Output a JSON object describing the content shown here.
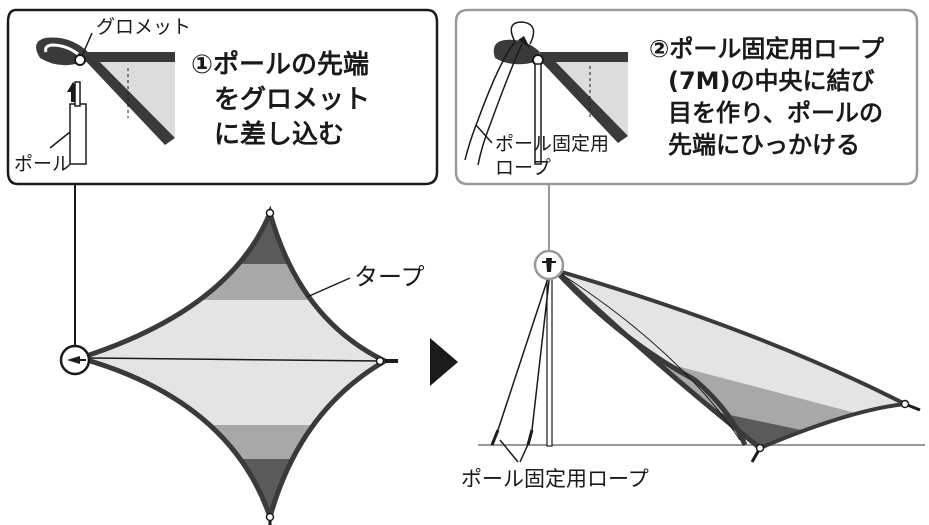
{
  "panel_left": {
    "grommet_label": "グロメット",
    "step_text": [
      "①ポールの先端",
      "をグロメット",
      "に差し込む"
    ],
    "pole_label": "ポール"
  },
  "panel_right": {
    "step_text": [
      "②ポール固定用ロープ",
      "(7M)の中央に結び",
      "目を作り、ポールの",
      "先端にひっかける"
    ],
    "rope_label": [
      "ポール固定用",
      "ロープ"
    ]
  },
  "main": {
    "tarp_label": "タープ",
    "bottom_rope_label": "ポール固定用ロープ"
  },
  "colors": {
    "line": "#1a1a1a",
    "frame": "#1a1a1a",
    "frame_right": "#999999",
    "band_dark": "#5a5a5a",
    "band_mid": "#a8a8a8",
    "band_light": "#e4e4e4"
  }
}
